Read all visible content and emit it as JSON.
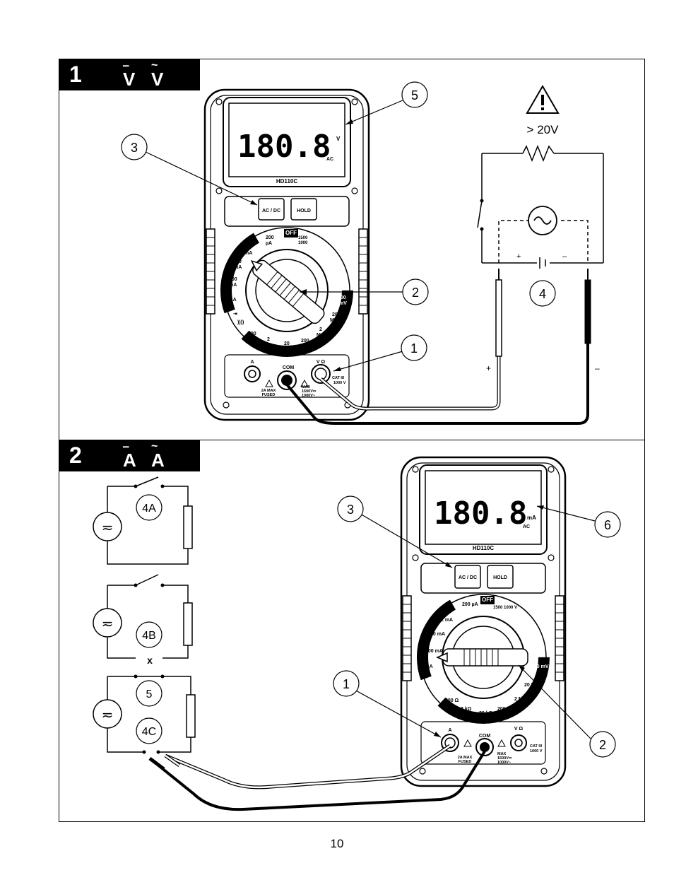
{
  "page_number": "10",
  "panel1": {
    "number": "1",
    "sym_dc": "V",
    "sym_ac": "V",
    "warning": "> 20V",
    "callouts": [
      "5",
      "3",
      "2",
      "4",
      "1"
    ],
    "probe_plus": "+",
    "probe_minus": "–",
    "battery_plus": "+",
    "battery_minus": "–"
  },
  "panel2": {
    "number": "2",
    "sym_dc": "A",
    "sym_ac": "A",
    "callouts": [
      "3",
      "6",
      "1",
      "2"
    ],
    "circuits": [
      "4A",
      "4B",
      "5",
      "4C"
    ],
    "break_mark": "x"
  },
  "meter1": {
    "reading": "180.8",
    "unit": "V",
    "mode": "AC",
    "model": "HD110C",
    "button_acdc": "AC / DC",
    "button_hold": "HOLD",
    "off": "OFF",
    "terminal_a": "A",
    "terminal_com": "COM",
    "terminal_v": "V Ω",
    "fuse": [
      "2A MAX",
      "FUSED"
    ],
    "max": [
      "MAX",
      "1500V⎓",
      "1000V~"
    ],
    "cat": [
      "CAT III",
      "1000 V"
    ],
    "range_labels": [
      "200 µA",
      "2 mA",
      "20 mA",
      "200 mA",
      "2 A",
      "200 Ω",
      "2 kΩ",
      "20 kΩ",
      "200 kΩ",
      "2 MΩ",
      "20 MΩ",
      "200 mV",
      "2 V",
      "20 V",
      "200 V",
      "1500 1000 V"
    ]
  },
  "meter2": {
    "reading": "180.8",
    "unit": "mA",
    "mode": "AC",
    "model": "HD110C",
    "button_acdc": "AC / DC",
    "button_hold": "HOLD",
    "off": "OFF",
    "terminal_a": "A",
    "terminal_com": "COM",
    "terminal_v": "V Ω",
    "fuse": [
      "2A MAX",
      "FUSED"
    ],
    "max": [
      "MAX",
      "1500V⎓",
      "1000V~"
    ],
    "cat": [
      "CAT III",
      "1000 V"
    ]
  },
  "colors": {
    "ink": "#000000",
    "paper": "#ffffff",
    "lcd": "#ffffff"
  }
}
